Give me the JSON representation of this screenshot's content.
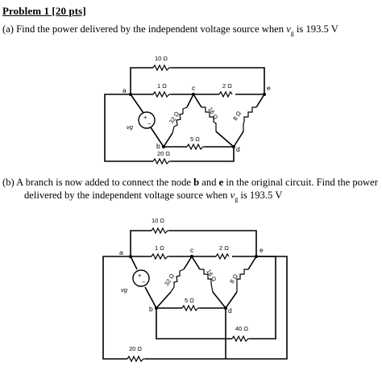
{
  "problem": {
    "title": "Problem 1 [20 pts]",
    "part_a": {
      "tag": "(a)",
      "text_before": "Find the power delivered by the independent voltage source when ",
      "var": "v",
      "sub": "g",
      "text_after": " is 193.5 V"
    },
    "part_b": {
      "tag": "(b)",
      "line1_before": "A branch is now added to connect the node ",
      "node_b": "b",
      "and": " and ",
      "node_e": "e",
      "line1_after": " in the original circuit. Find the power",
      "line2_before": "delivered by the independent voltage source when ",
      "var": "v",
      "sub": "g",
      "line2_after": " is 193.5 V"
    }
  },
  "circuit_a": {
    "nodes": {
      "a": "a",
      "b": "b",
      "c": "c",
      "d": "d",
      "e": "e"
    },
    "resistors": {
      "r_top": "10 Ω",
      "r_ac": "1 Ω",
      "r_ce": "2 Ω",
      "r_cb": "32 Ω",
      "r_cd": "16 Ω",
      "r_ed": "8 Ω",
      "r_bd": "5 Ω",
      "r_bottom": "20 Ω"
    },
    "source": {
      "label": "vg",
      "plus": "+",
      "minus": "−"
    }
  },
  "circuit_b": {
    "nodes": {
      "a": "a",
      "b": "b",
      "c": "c",
      "d": "d",
      "e": "e"
    },
    "resistors": {
      "r_top": "10 Ω",
      "r_ac": "1 Ω",
      "r_ce": "2 Ω",
      "r_cb": "32 Ω",
      "r_cd": "16 Ω",
      "r_ed": "8 Ω",
      "r_bd": "5 Ω",
      "r_be": "40 Ω",
      "r_bottom": "20 Ω"
    },
    "source": {
      "label": "vg",
      "plus": "+",
      "minus": "−"
    }
  }
}
